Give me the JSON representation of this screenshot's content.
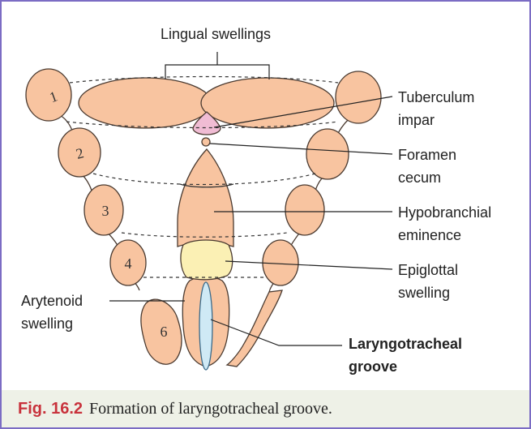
{
  "labels": {
    "lingual_swellings": "Lingual swellings",
    "tuberculum_1": "Tuberculum",
    "tuberculum_2": "impar",
    "foramen_1": "Foramen",
    "foramen_2": "cecum",
    "hypobranchial_1": "Hypobranchial",
    "hypobranchial_2": "eminence",
    "epiglottal_1": "Epiglottal",
    "epiglottal_2": "swelling",
    "arytenoid_1": "Arytenoid",
    "arytenoid_2": "swelling",
    "laryngo_1": "Laryngotracheal",
    "laryngo_2": "groove"
  },
  "arch_numbers": [
    "1",
    "2",
    "3",
    "4",
    "6"
  ],
  "caption": {
    "fig_label": "Fig. 16.2",
    "text": "Formation of laryngotracheal groove."
  },
  "colors": {
    "swelling_fill": "#f8c4a0",
    "outline": "#4a3a30",
    "tuberculum_fill": "#f0bcd4",
    "epiglottal_fill": "#fbf0b4",
    "groove_fill": "#cfe9f5",
    "border": "#7b6cc4",
    "caption_bg": "#eef1e7",
    "fig_label": "#c8323c"
  }
}
